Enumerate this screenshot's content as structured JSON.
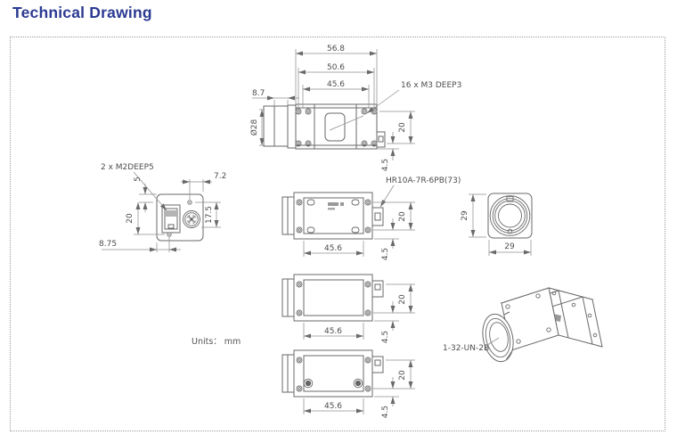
{
  "title": "Technical Drawing",
  "title_color": "#2b3a92",
  "drawing": {
    "units_label": "Units： mm",
    "labels": {
      "top_screws": "16 x  M3 DEEP3",
      "rear_screws": "2 x  M2DEEP5",
      "io_connector": "HR10A-7R-6PB(73)",
      "lens_thread": "1-32-UN-2B"
    },
    "top_view": {
      "overall_width": "56.8",
      "flange_width": "50.6",
      "body_width": "45.6",
      "lens_offset": "8.7",
      "lens_diameter": "Ø28",
      "hole_span": "20",
      "edge_offset": "4.5"
    },
    "rear_view": {
      "hole_top_offset": "5",
      "hole_span": "20",
      "connector_height": "17.5",
      "connector_right_offset": "7.2",
      "hole_bottom_offset": "8.75"
    },
    "side_view": {
      "body_width": "45.6",
      "hole_span": "20",
      "edge_offset": "4.5"
    },
    "mid_view": {
      "body_width": "45.6",
      "hole_span": "20",
      "edge_offset": "4.5"
    },
    "bottom_view": {
      "body_width": "45.6",
      "hole_span": "20",
      "edge_offset": "4.5"
    },
    "front_view": {
      "height": "29",
      "width": "29"
    }
  }
}
